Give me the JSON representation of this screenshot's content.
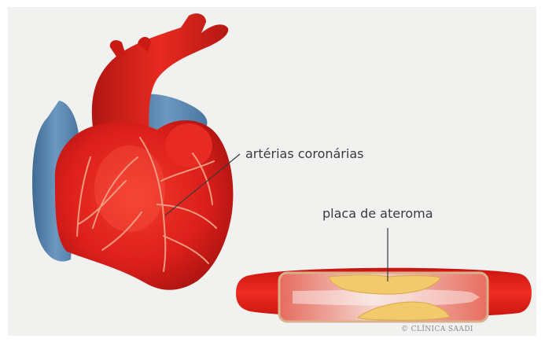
{
  "labels": {
    "coronary_arteries": "artérias coronárias",
    "atheroma_plaque": "placa de ateroma"
  },
  "copyright": "© CLÍNICA SAADI",
  "colors": {
    "background_panel": "#f1f1f0",
    "heart_red": "#e0221e",
    "heart_dark_red": "#a5120f",
    "vein_blue": "#5e88b0",
    "artery_line": "#f08a70",
    "plaque_yellow": "#f2c96b",
    "vessel_wall": "#d8b18a"
  }
}
